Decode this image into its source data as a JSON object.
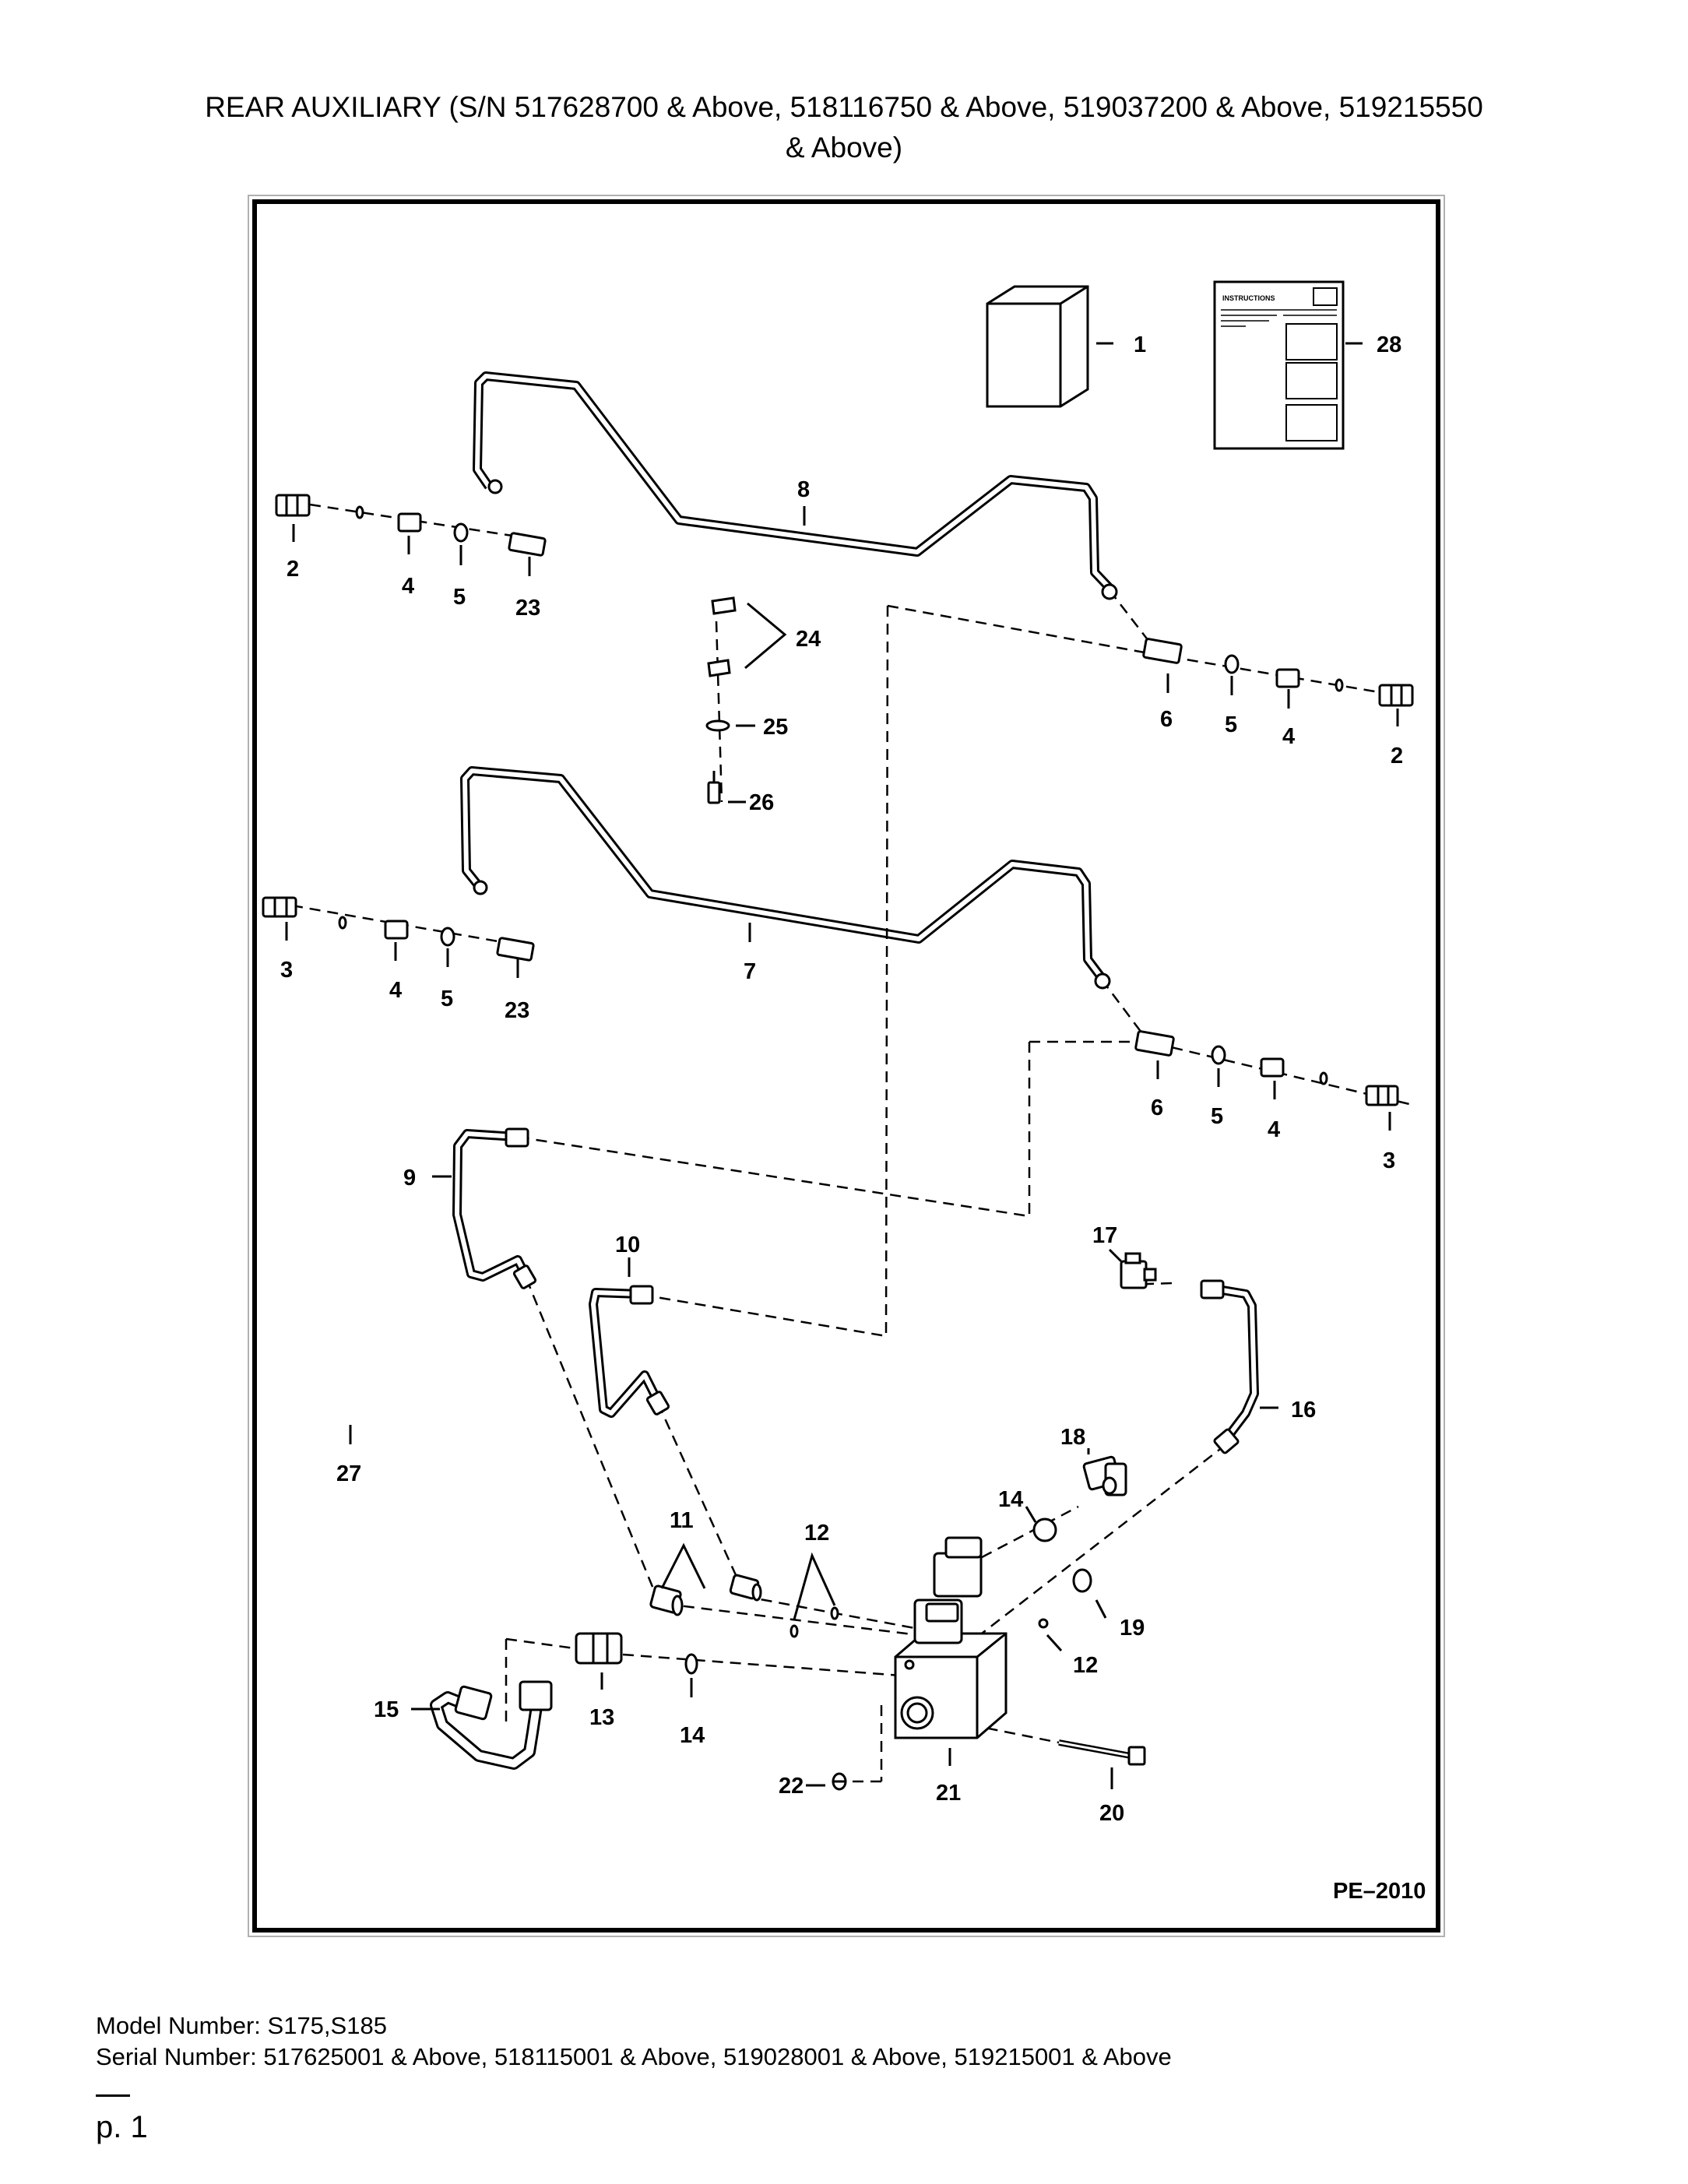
{
  "title": {
    "line1": "REAR AUXILIARY (S/N 517628700 & Above, 518116750 & Above, 519037200 & Above, 519215550",
    "line2": "& Above)"
  },
  "diagram": {
    "code": "PE–2010",
    "card_text": "INSTRUCTIONS",
    "callouts": [
      "1",
      "2",
      "3",
      "4",
      "5",
      "6",
      "7",
      "8",
      "9",
      "10",
      "11",
      "12",
      "13",
      "14",
      "15",
      "16",
      "17",
      "18",
      "19",
      "20",
      "21",
      "22",
      "23",
      "24",
      "25",
      "26",
      "27",
      "28"
    ]
  },
  "footer": {
    "model": "Model Number: S175,S185",
    "serial": "Serial Number: 517625001 & Above, 518115001 & Above, 519028001 & Above, 519215001 & Above"
  },
  "page": "p. 1"
}
